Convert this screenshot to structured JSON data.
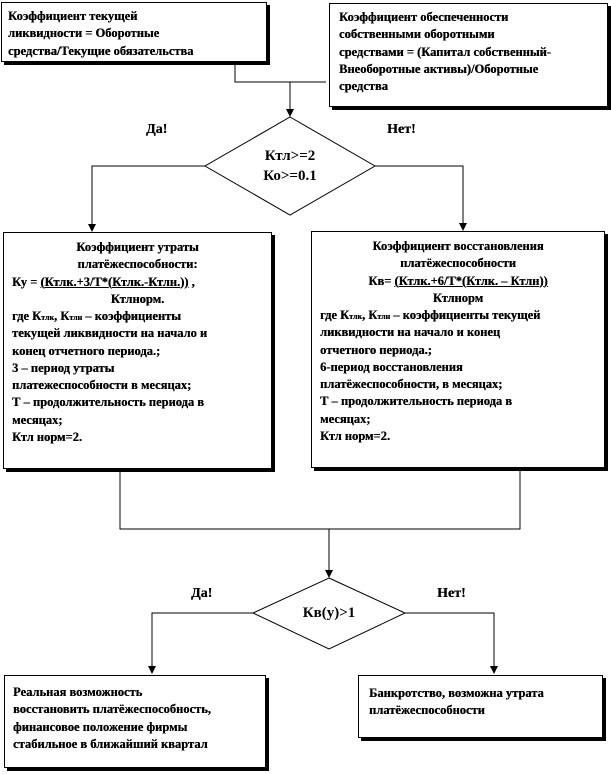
{
  "top_left": {
    "lines": [
      "Коэффициент текущей",
      "ликвидности = Оборотные",
      "средства/Текущие  обязательства"
    ]
  },
  "top_right": {
    "lines": [
      "Коэффициент обеспеченности",
      "собственными оборотными",
      "средствами = (Капитал собственный-",
      "Внеоборотные активы)/Оборотные",
      "средства"
    ]
  },
  "decision1": {
    "line1": "Ктл>=2",
    "line2": "Ко>=0.1",
    "yes": "Да!",
    "no": "Нет!"
  },
  "left_mid": {
    "title1": "Коэффициент утраты",
    "title2": "платёжеспособности:",
    "formula_prefix": "Ку = ",
    "formula": "(Ктлк.+3/Т*(Ктлк.-Ктлн.))",
    "formula_suffix": " ,",
    "denominator": "Ктлнорм.",
    "where_prefix": "где К",
    "sub_k": "тлк",
    "comma": ", К",
    "sub_n": "тлн",
    "where_rest": " – коэффициенты",
    "lines": [
      "текущей  ликвидности на начало и",
      "конец отчетного периода.;",
      "3 – период утраты",
      "платежеспособности в месяцах;",
      "Т – продолжительность периода в",
      "месяцах;",
      "Ктл норм=2."
    ]
  },
  "right_mid": {
    "title1": "Коэффициент восстановления",
    "title2": "платёжеспособности",
    "formula_prefix": "Кв= ",
    "formula": "(Ктлк.+6/Т*(Ктлк. – Ктлн))",
    "denominator": "Ктлнорм",
    "where_prefix": "где К",
    "sub_k": "тлк",
    "comma": ", К",
    "sub_n": "тлн",
    "where_rest": " – коэффициенты  текущей",
    "lines": [
      "ликвидности на начало и конец",
      "отчетного периода.;",
      "6-период восстановления",
      "платёжеспособности, в месяцах;",
      "Т – продолжительность периода в",
      "месяцах;",
      "Ктл норм=2."
    ]
  },
  "decision2": {
    "text": "Кв(у)>1",
    "yes": "Да!",
    "no": "Нет!"
  },
  "bottom_left": {
    "lines": [
      "Реальная  возможность",
      "восстановить платёжеспособность,",
      "финансовое положение фирмы",
      "стабильное в ближайший квартал"
    ]
  },
  "bottom_right": {
    "lines": [
      "Банкротство, возможна утрата",
      "платёжеспособности"
    ]
  }
}
